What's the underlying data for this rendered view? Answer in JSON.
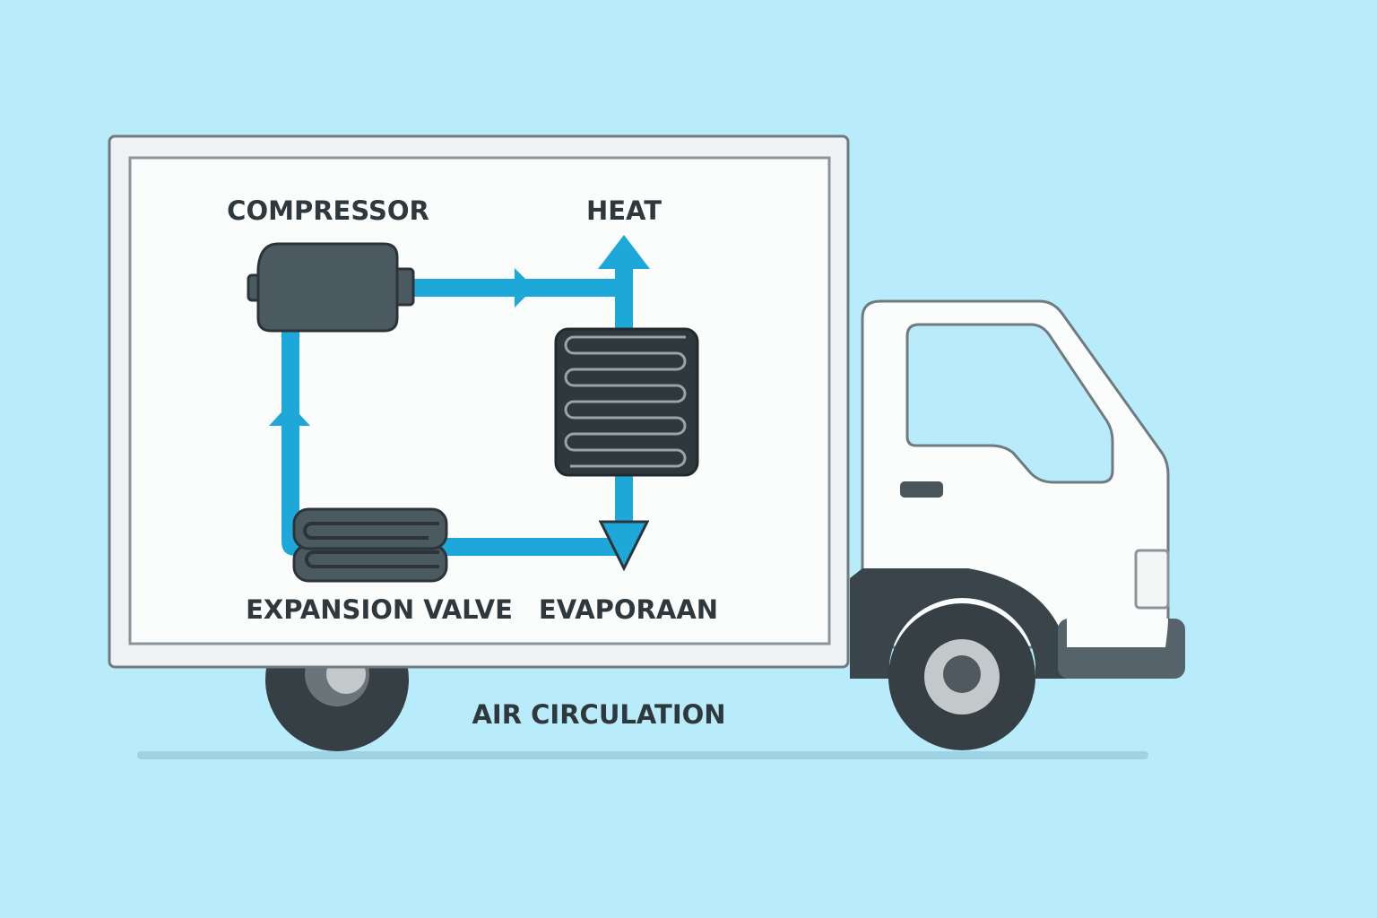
{
  "labels": {
    "compressor": "COMPRESSOR",
    "heat": "HEAT",
    "expansion_valve": "EXPANSION VALVE",
    "evaporator": "EVAPORAAN",
    "air_circulation": "AIR CIRCULATION"
  },
  "colors": {
    "background": "#b8ecfb",
    "pipe": "#1ea8d9",
    "component": "#4b5a61",
    "dark": "#353f44"
  }
}
